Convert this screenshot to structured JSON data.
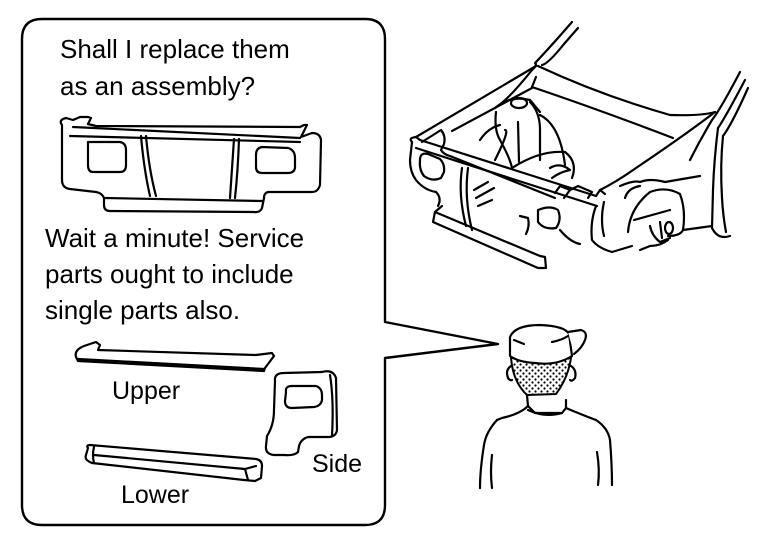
{
  "diagram": {
    "speech_bubble": {
      "question_lines": [
        "Shall I replace them",
        "as an assembly?"
      ],
      "answer_lines": [
        "Wait a minute! Service",
        "parts ought to include",
        "single parts also."
      ]
    },
    "parts": {
      "assembly": "Radiator core support assembly",
      "upper_label": "Upper",
      "lower_label": "Lower",
      "side_label": "Side"
    },
    "figures": {
      "vehicle": "Vehicle front body structure",
      "technician": "Technician (back view)"
    },
    "colors": {
      "ink": "#000000",
      "background": "#ffffff"
    }
  }
}
